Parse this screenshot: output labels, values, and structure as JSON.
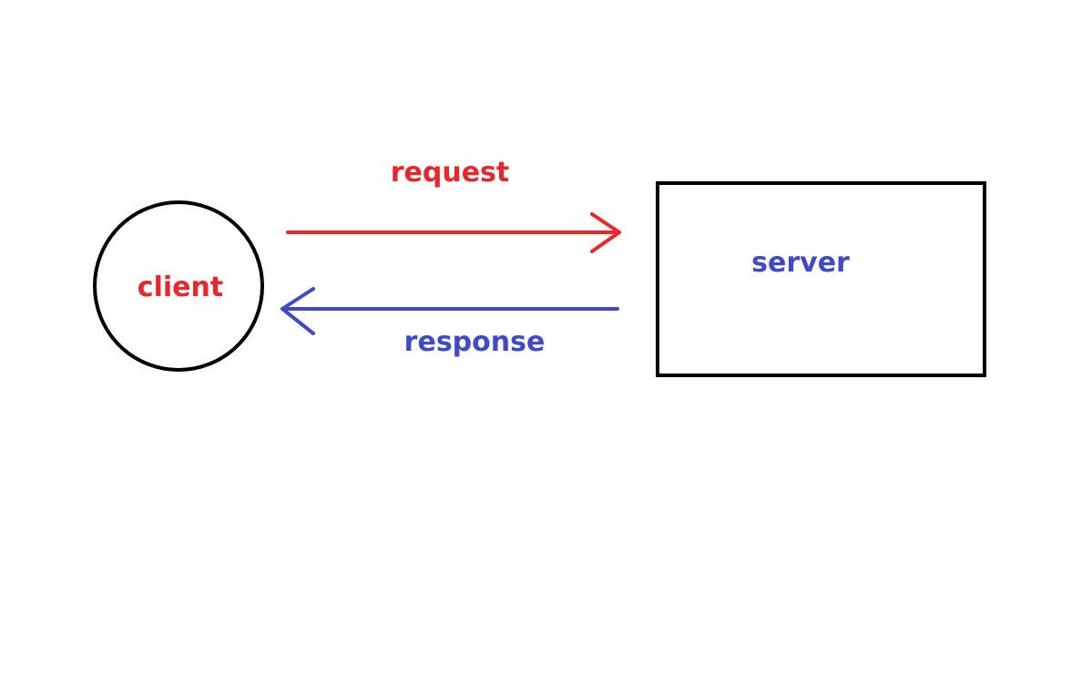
{
  "nodes": {
    "client": {
      "label": "client",
      "label_color": "#e8262c",
      "shape": "circle"
    },
    "server": {
      "label": "server",
      "label_color": "#3f4ac8",
      "shape": "rectangle"
    }
  },
  "edges": {
    "request": {
      "label": "request",
      "from": "client",
      "to": "server",
      "color": "#e8262c"
    },
    "response": {
      "label": "response",
      "from": "server",
      "to": "client",
      "color": "#3f4ac8"
    }
  },
  "colors": {
    "outline": "#000000",
    "background": "#ffffff"
  }
}
